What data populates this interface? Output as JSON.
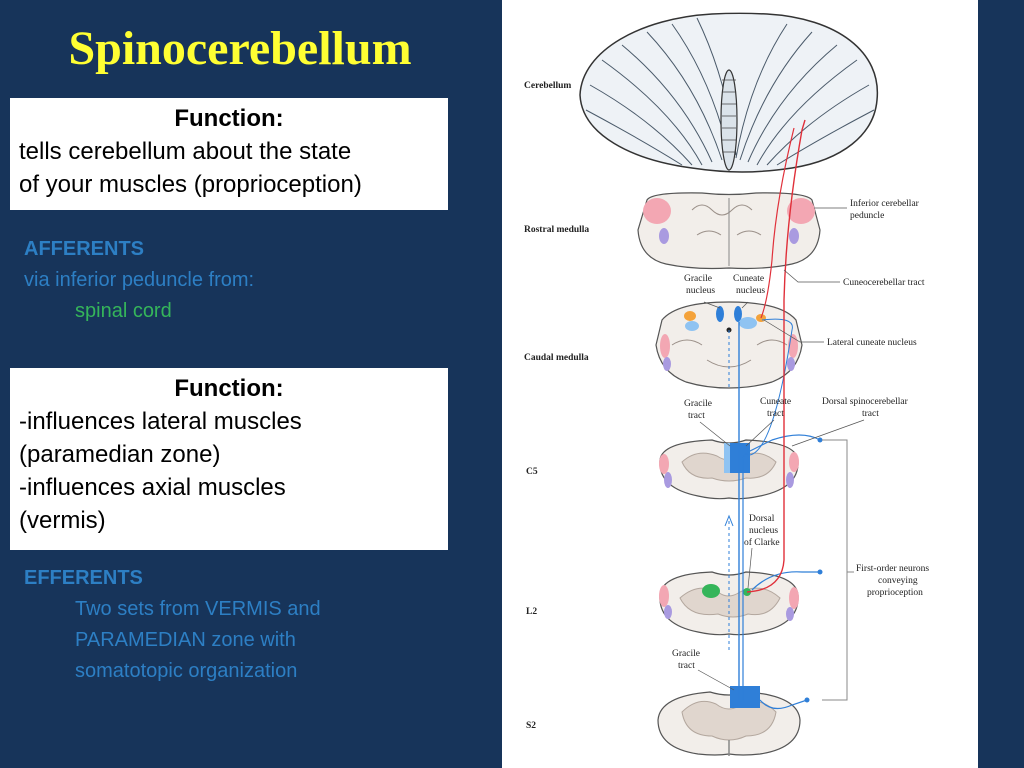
{
  "slide": {
    "title": "Spinocerebellum",
    "function_box_1": {
      "heading": "Function:",
      "lines": [
        "tells cerebellum about the state",
        "of your muscles (proprioception)"
      ]
    },
    "afferents": {
      "heading": "AFFERENTS",
      "line": "via inferior peduncle from:",
      "source": "spinal cord"
    },
    "function_box_2": {
      "heading": "Function:",
      "lines": [
        "-influences lateral muscles",
        "(paramedian zone)",
        "-influences axial muscles",
        "(vermis)"
      ]
    },
    "efferents": {
      "heading": "EFFERENTS",
      "lines": [
        "Two sets from VERMIS and",
        "PARAMEDIAN zone with",
        "somatotopic organization"
      ]
    }
  },
  "diagram": {
    "level_labels": {
      "cerebellum": "Cerebellum",
      "rostral_medulla": "Rostral medulla",
      "caudal_medulla": "Caudal medulla",
      "c5": "C5",
      "l2": "L2",
      "s2": "S2"
    },
    "annotations": {
      "inferior_peduncle": [
        "Inferior cerebellar",
        "peduncle"
      ],
      "gracile_nucleus": [
        "Gracile",
        "nucleus"
      ],
      "cuneate_nucleus": [
        "Cuneate",
        "nucleus"
      ],
      "cuneocerebellar_tract": "Cuneocerebellar tract",
      "lateral_cuneate_nucleus": "Lateral cuneate nucleus",
      "gracile_tract_upper": [
        "Gracile",
        "tract"
      ],
      "cuneate_tract": [
        "Cuneate",
        "tract"
      ],
      "dorsal_spinocerebellar_tract": [
        "Dorsal spinocerebellar",
        "tract"
      ],
      "dorsal_nucleus_clarke": [
        "Dorsal",
        "nucleus",
        "of Clarke"
      ],
      "first_order_neurons": [
        "First-order neurons",
        "conveying",
        "proprioception"
      ],
      "gracile_tract_lower": [
        "Gracile",
        "tract"
      ]
    },
    "colors": {
      "red_pathway": "#e0303a",
      "blue_pathway": "#2f7fd8",
      "tract_pink": "#f3a7b3",
      "tract_purple": "#a99ae0"
    }
  }
}
